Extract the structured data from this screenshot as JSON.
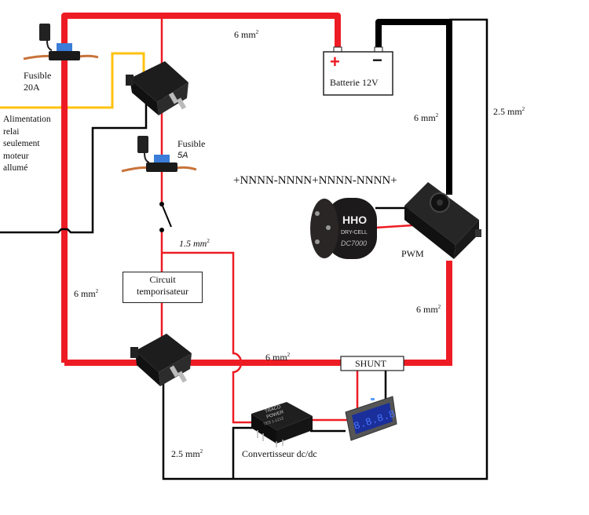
{
  "colors": {
    "power_wire": "#ed1c24",
    "ground_wire": "#000000",
    "ignition_wire": "#ffc20e",
    "fuse_blue": "#3b7dd8",
    "meter_blue": "#2a4fd0"
  },
  "labels": {
    "fuse_20a": [
      "Fusible",
      "20A"
    ],
    "fuse_5a": [
      "Fusible",
      "5A"
    ],
    "alimentation": [
      "Alimentation",
      "relai",
      "seulement",
      "moteur",
      "allumé"
    ],
    "battery": "Batterie 12V",
    "battery_plus": "+",
    "battery_minus": "−",
    "hho_pattern": "+NNNN-NNNN+NNNN-NNNN+",
    "pwm": "PWM",
    "timer_circuit": [
      "Circuit",
      "temporisateur"
    ],
    "shunt": "SHUNT",
    "dcdc": "Convertisseur dc/dc",
    "hho_cell_text": [
      "HHO",
      "DRY-CELL",
      "DC7000"
    ],
    "dcdc_chip_text": [
      "TRACO",
      "POWER",
      "TES 1-1212"
    ],
    "meter_digits": "8.8.8.8"
  },
  "wire_gauges": {
    "top_main": "6 mm",
    "battery_neg_to_pwm": "6 mm",
    "ground_right": "2.5 mm",
    "left_main": "6 mm",
    "switch_branch": "1.5 mm",
    "pwm_to_shunt": "6 mm",
    "relay_to_shunt": "6 mm",
    "bottom_ground": "2.5 mm",
    "unit_sup": "2"
  }
}
